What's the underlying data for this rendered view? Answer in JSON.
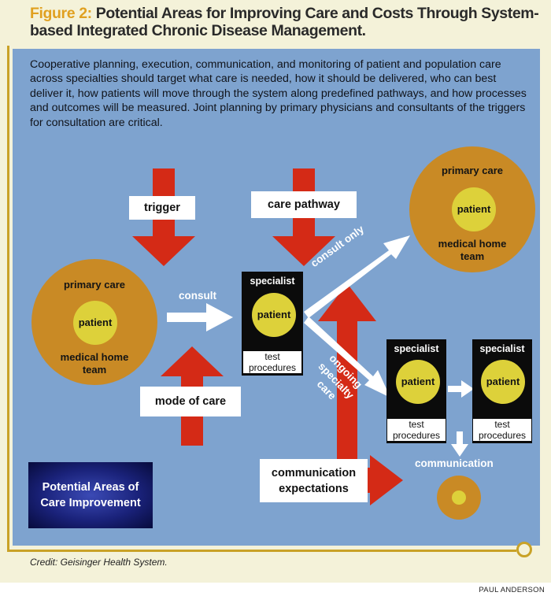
{
  "header": {
    "figure_label": "Figure 2:",
    "title": "Potential Areas for Improving Care and Costs Through System-based Integrated Chronic Disease Management."
  },
  "intro_text": "Cooperative planning, execution, communication, and monitoring of patient and population care across specialties should target what care is needed, how it should be delivered, who can best deliver it, how patients will move through the system along predefined pathways, and how processes and outcomes will be measured. Joint planning by primary physicians and consultants of the triggers for consultation are critical.",
  "diagram": {
    "left_circle": {
      "top": "primary care",
      "center": "patient",
      "bottom": "medical home team"
    },
    "right_circle": {
      "top": "primary care",
      "center": "patient",
      "bottom": "medical home team"
    },
    "specialist_main": {
      "header": "specialist",
      "center": "patient",
      "footer": "test procedures"
    },
    "specialist_2": {
      "header": "specialist",
      "center": "patient",
      "footer": "test procedures"
    },
    "specialist_3": {
      "header": "specialist",
      "center": "patient",
      "footer": "test procedures"
    },
    "arrow_labels": {
      "trigger": "trigger",
      "care_pathway": "care pathway",
      "mode_of_care": "mode of care",
      "communication_expectations": "communication expectations",
      "consult": "consult",
      "consult_only": "consult only",
      "ongoing_specialty_care": "ongoing specialty care",
      "communication": "communication"
    },
    "legend": "Potential Areas of Care Improvement"
  },
  "footer": {
    "credit": "Credit: Geisinger Health System.",
    "artist": "PAUL ANDERSON"
  },
  "colors": {
    "panel": "#7ea3cf",
    "red_arrow": "#d42a16",
    "orange_circle": "#c98a25",
    "yellow_core": "#ddd13a",
    "figure_label": "#e0a020"
  }
}
